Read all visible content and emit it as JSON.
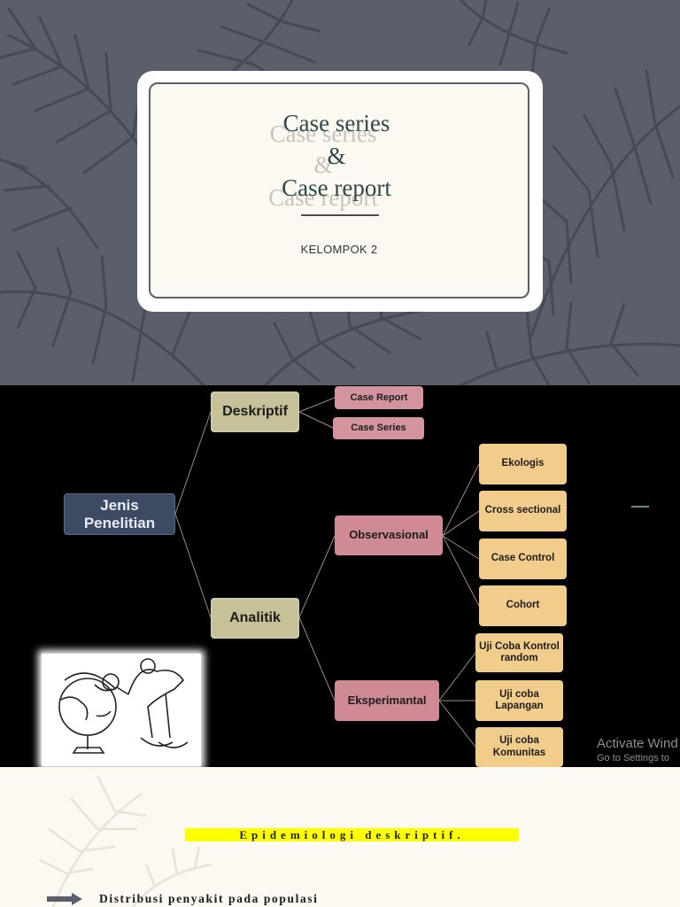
{
  "slide1": {
    "title_line1": "Case series",
    "title_amp": "&",
    "title_line2": "Case report",
    "subtitle": "KELOMPOK 2"
  },
  "slide2": {
    "root": "Jenis Penelitian",
    "deskriptif": "Deskriptif",
    "analitik": "Analitik",
    "case_report": "Case Report",
    "case_series": "Case Series",
    "observasional": "Observasional",
    "eksperimantal": "Eksperimantal",
    "ekologis": "Ekologis",
    "cross_sectional": "Cross sectional",
    "case_control": "Case Control",
    "cohort": "Cohort",
    "uji_kontrol": "Uji Coba Kontrol random",
    "uji_lapangan": "Uji coba Lapangan",
    "uji_komunitas": "Uji coba Komunitas",
    "watermark_line1": "Activate Wind",
    "watermark_line2": "Go to Settings to"
  },
  "slide3": {
    "heading": "Epidemiologi deskriptif.",
    "bullet": "Distribusi penyakit pada populasi"
  },
  "colors": {
    "slide1_bg": "#5b5f6c",
    "title_text": "#2e4a47",
    "root_node": "#3c4a64",
    "level1_node": "#c7c199",
    "pink_node": "#cf8a95",
    "gold_node": "#f2cc8a",
    "highlight": "#ffff00"
  }
}
